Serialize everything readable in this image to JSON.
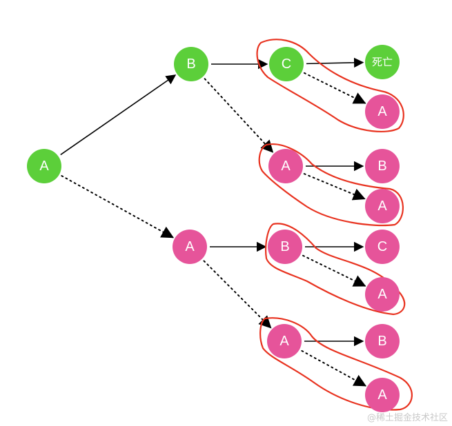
{
  "colors": {
    "green": "#5ccf3a",
    "pink": "#e6549a",
    "edge": "#000000",
    "highlight": "#e8321f"
  },
  "nodes": {
    "root": {
      "label": "A",
      "color": "green"
    },
    "b1": {
      "label": "B",
      "color": "green"
    },
    "a1": {
      "label": "A",
      "color": "pink"
    },
    "c1": {
      "label": "C",
      "color": "green"
    },
    "death": {
      "label": "死亡",
      "color": "green"
    },
    "a2": {
      "label": "A",
      "color": "pink"
    },
    "a3": {
      "label": "A",
      "color": "pink"
    },
    "b2": {
      "label": "B",
      "color": "pink"
    },
    "a4": {
      "label": "A",
      "color": "pink"
    },
    "b3": {
      "label": "B",
      "color": "pink"
    },
    "c2": {
      "label": "C",
      "color": "pink"
    },
    "a5": {
      "label": "A",
      "color": "pink"
    },
    "a6": {
      "label": "A",
      "color": "pink"
    },
    "b4": {
      "label": "B",
      "color": "pink"
    },
    "a7": {
      "label": "A",
      "color": "pink"
    }
  },
  "edges": [
    {
      "from": "root",
      "to": "b1",
      "style": "solid"
    },
    {
      "from": "root",
      "to": "a1",
      "style": "dotted"
    },
    {
      "from": "b1",
      "to": "c1",
      "style": "solid"
    },
    {
      "from": "b1",
      "to": "a3",
      "style": "dotted"
    },
    {
      "from": "c1",
      "to": "death",
      "style": "solid"
    },
    {
      "from": "c1",
      "to": "a2",
      "style": "dotted"
    },
    {
      "from": "a3",
      "to": "b2",
      "style": "solid"
    },
    {
      "from": "a3",
      "to": "a4",
      "style": "dotted"
    },
    {
      "from": "a1",
      "to": "b3",
      "style": "solid"
    },
    {
      "from": "a1",
      "to": "a6",
      "style": "dotted"
    },
    {
      "from": "b3",
      "to": "c2",
      "style": "solid"
    },
    {
      "from": "b3",
      "to": "a5",
      "style": "dotted"
    },
    {
      "from": "a6",
      "to": "b4",
      "style": "solid"
    },
    {
      "from": "a6",
      "to": "a7",
      "style": "dotted"
    }
  ],
  "highlight_groups": [
    {
      "name": "c-a",
      "nodes": [
        "c1",
        "a2"
      ]
    },
    {
      "name": "a-a",
      "nodes": [
        "a3",
        "a4"
      ]
    },
    {
      "name": "b-a",
      "nodes": [
        "b3",
        "a5"
      ]
    },
    {
      "name": "a-a-bottom",
      "nodes": [
        "a6",
        "a7"
      ]
    }
  ],
  "watermark": "@稀土掘金技术社区"
}
